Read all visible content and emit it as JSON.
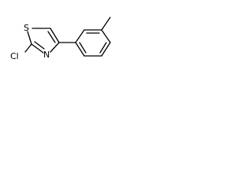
{
  "molecule": {
    "atoms": {
      "chlorine": "Cl",
      "sulfur": "S",
      "nitrogen": "N"
    },
    "bond_color": "#000000",
    "label_color": "#000000",
    "background": "#ffffff"
  }
}
